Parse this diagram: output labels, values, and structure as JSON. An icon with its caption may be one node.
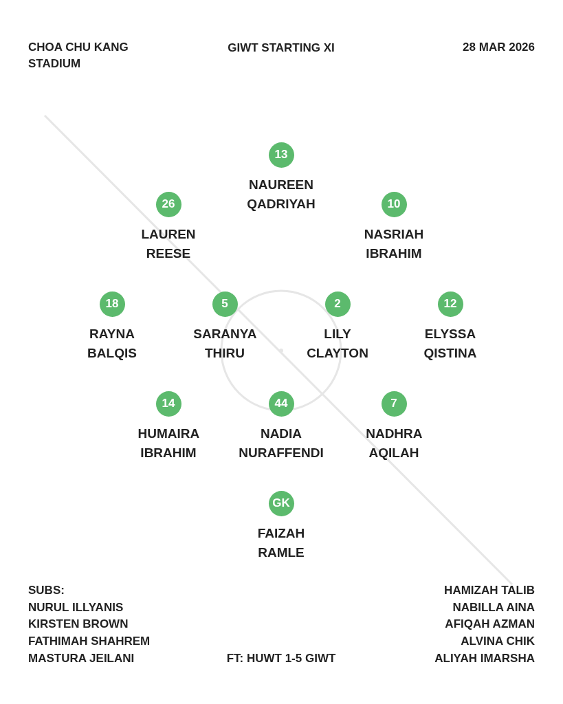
{
  "diagram": {
    "title": "GIWT STARTING XI",
    "nodes": [
      {
        "text": [
          "13"
        ],
        "beside": [
          "NAUREEN QADRIYAH"
        ]
      },
      {
        "text": [
          "26"
        ],
        "beside": [
          "LAUREN REESE"
        ]
      },
      {
        "text": [
          "10"
        ],
        "beside": [
          "NASRIAH IBRAHIM"
        ]
      },
      {
        "text": [
          "18"
        ],
        "beside": [
          "RAYNA BALQIS"
        ]
      },
      {
        "text": [
          "5"
        ],
        "beside": [
          "SARANYA THIRU"
        ]
      },
      {
        "text": [
          "2"
        ],
        "beside": [
          "LILY CLAYTON"
        ]
      },
      {
        "text": [
          "12"
        ],
        "beside": [
          "ELYSSA QISTINA"
        ]
      },
      {
        "text": [
          "14"
        ],
        "beside": [
          "HUMAIRA IBRAHIM"
        ]
      },
      {
        "text": [
          "44"
        ],
        "beside": [
          "NADIA NURAFFENDI"
        ]
      },
      {
        "text": [
          "7"
        ],
        "beside": [
          "NADHRA AQILAH"
        ]
      },
      {
        "text": [
          "GK"
        ],
        "beside": [
          "FAIZAH RAMLE"
        ]
      }
    ],
    "labels": [
      "CHOA CHU KANG STADIUM",
      "28 MAR 2026",
      "SUBS:",
      "NURUL ILLYANIS",
      "KIRSTEN BROWN",
      "FATHIMAH SHAHREM",
      "MASTURA JEILANI",
      "FT: HUWT 1-5 GIWT",
      "HAMIZAH TALIB",
      "NABILLA AINA",
      "AFIQAH AZMAN",
      "ALVINA CHIK",
      "ALIYAH IMARSHA"
    ]
  }
}
